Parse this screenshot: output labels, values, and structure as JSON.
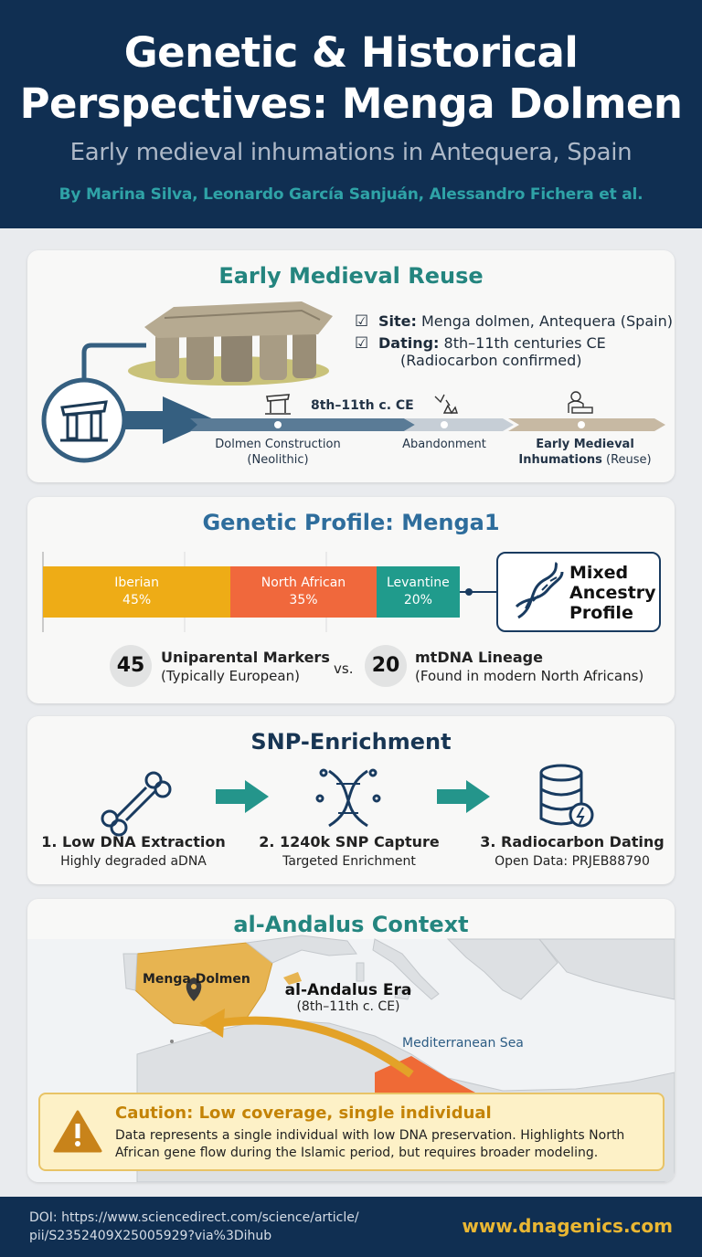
{
  "header": {
    "title_line1": "Genetic & Historical",
    "title_line2": "Perspectives: Menga Dolmen",
    "subtitle": "Early medieval inhumations in Antequera, Spain",
    "authors": "By Marina Silva, Leonardo García Sanjuán, Alessandro Fichera et al."
  },
  "reuse": {
    "title": "Early Medieval Reuse",
    "site_label": "Site:",
    "site_value": "Menga dolmen, Antequera (Spain)",
    "dating_label": "Dating:",
    "dating_value": "8th–11th centuries CE",
    "dating_note": "(Radiocarbon confirmed)",
    "timeline_period": "8th–11th c. CE",
    "stage1_line1": "Dolmen Construction",
    "stage1_line2": "(Neolithic)",
    "stage2": "Abandonment",
    "stage3_line1": "Early Medieval",
    "stage3_line2_bold": "Inhumations",
    "stage3_line2_rest": " (Reuse)"
  },
  "genetic": {
    "title": "Genetic Profile: Menga1",
    "mixed_line1": "Mixed",
    "mixed_line2": "Ancestry",
    "mixed_line3": "Profile",
    "marker1_value": "45",
    "marker1_title": "Uniparental Markers",
    "marker1_note": "(Typically European)",
    "vs": "vs.",
    "marker2_value": "20",
    "marker2_title": "mtDNA Lineage",
    "marker2_note": "(Found in modern North Africans)"
  },
  "chart_data": {
    "type": "bar",
    "orientation": "stacked-horizontal",
    "series": [
      {
        "name": "Iberian",
        "value": 45,
        "label": "45%",
        "color": "#eeac16"
      },
      {
        "name": "North African",
        "value": 35,
        "label": "35%",
        "color": "#f0683c"
      },
      {
        "name": "Levantine",
        "value": 20,
        "label": "20%",
        "color": "#209b8c"
      }
    ]
  },
  "snp": {
    "title": "SNP-Enrichment",
    "step1_title": "1. Low DNA Extraction",
    "step1_sub": "Highly degraded aDNA",
    "step2_title": "2. 1240k SNP Capture",
    "step2_sub": "Targeted Enrichment",
    "step3_title": "3. Radiocarbon Dating",
    "step3_sub": "Open Data: PRJEB88790"
  },
  "context": {
    "title": "al-Andalus Context",
    "map_site": "Menga Dolmen",
    "era": "al-Andalus Era",
    "era_range": "(8th–11th c. CE)",
    "sea": "Mediterranean Sea",
    "caution_title": "Caution: Low coverage, single individual",
    "caution_body": "Data represents a single individual with low DNA preservation. Highlights North African gene flow during the Islamic period, but requires broader modeling."
  },
  "footer": {
    "doi_line1": "DOI: https://www.sciencedirect.com/science/article/",
    "doi_line2": "pii/S2352409X25005929?via%3Dihub",
    "site": "www.dnagenics.com"
  },
  "colors": {
    "header_bg": "#102f52",
    "teal": "#24857f",
    "iberian": "#eeac16",
    "north_african": "#f0683c",
    "levantine": "#209b8c",
    "caution_bg": "#fdf1c7",
    "footer_accent": "#eab733"
  }
}
